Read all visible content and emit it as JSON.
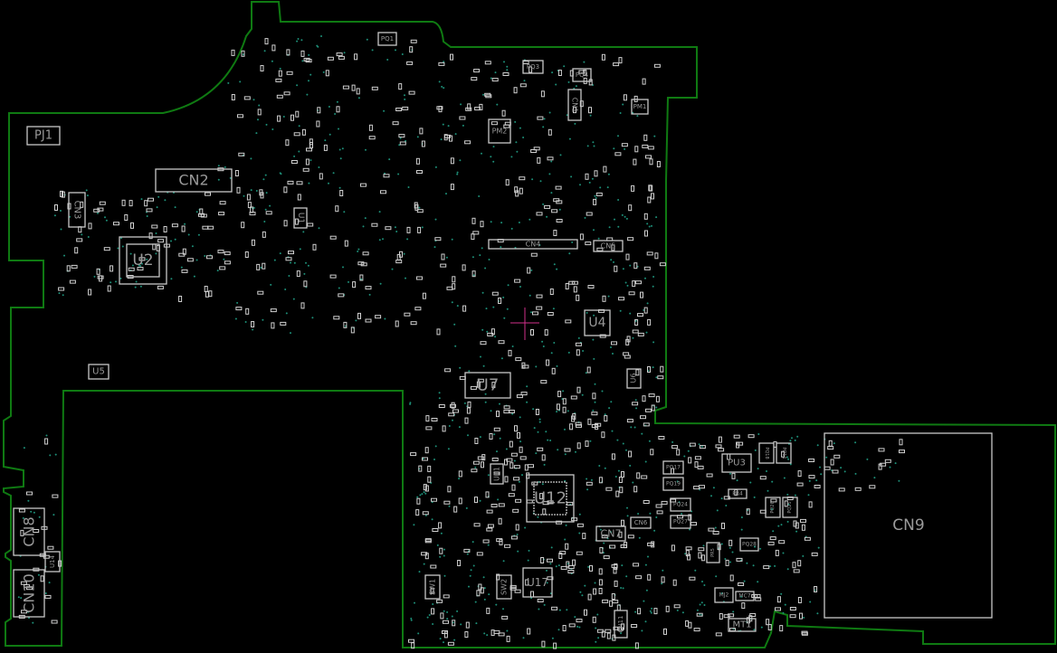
{
  "board": {
    "outline_color": "#0f7a12",
    "silkscreen_color": "#c8c8c8",
    "via_color": "#1d8f78",
    "cursor_color": "#d0308a"
  },
  "components": {
    "PJ1": "PJ1",
    "CN2": "CN2",
    "CN3": "CN3",
    "U2": "U2",
    "U5": "U5",
    "CN8": "CN8",
    "U14": "U14",
    "CN10": "CN10",
    "PQ1": "PQ1",
    "U1": "U1",
    "PQ3": "PQ3",
    "PQ4": "PQ4",
    "CN1": "CN1",
    "PM1": "PM1",
    "PM2": "PM2",
    "CN4": "CN4",
    "CN5": "CN5",
    "U4": "U4",
    "U6": "U6",
    "U7": "U7",
    "U11": "U11",
    "U12": "U12",
    "CN7": "CN7",
    "CN6": "CN6",
    "PQ17": "PQ17",
    "PQ19": "PQ19",
    "PQ24": "PQ24",
    "PQ27": "PQ27",
    "PU3": "PU3",
    "PQ18": "PQ18",
    "PQ11": "PQ11",
    "PR4": "PR4",
    "PQ26": "PQ26",
    "PQ25": "PQ25",
    "PQ28": "PQ28",
    "PR5": "PR5",
    "MJ2": "MJ2",
    "MC7": "MC7",
    "MT1": "MT1",
    "CN9": "CN9",
    "SW1": "SW1",
    "SW2": "SW2",
    "U17": "U17",
    "CN11": "CN11"
  }
}
